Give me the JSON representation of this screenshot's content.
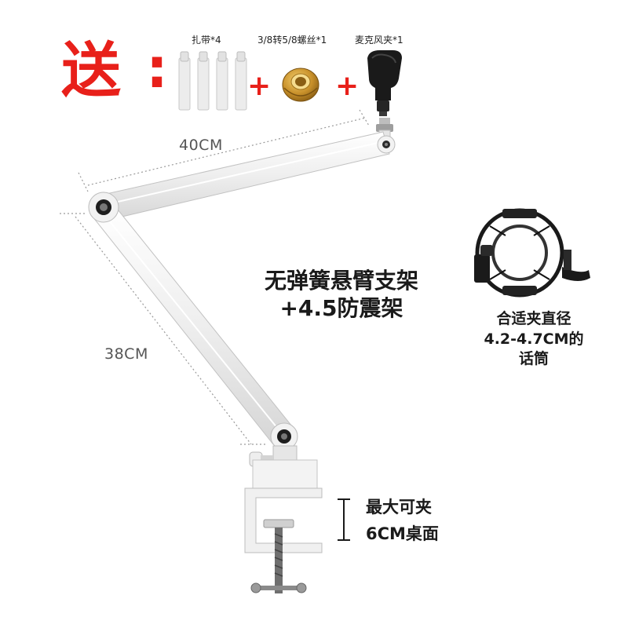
{
  "gift": {
    "mark": "送",
    "colon": ":",
    "plus": "+",
    "items": [
      {
        "label": "扎带*4",
        "icon": "cable-tie-icon"
      },
      {
        "label": "3/8转5/8螺丝*1",
        "icon": "screw-adapter-icon"
      },
      {
        "label": "麦克风夹*1",
        "icon": "mic-clip-icon"
      }
    ]
  },
  "dimensions": {
    "upper_arm": "40CM",
    "lower_arm": "38CM"
  },
  "product": {
    "title_line1": "无弹簧悬臂支架",
    "title_line2": "+4.5防震架"
  },
  "shock_mount": {
    "note_line1": "合适夹直径",
    "note_line2": "4.2-4.7CM的",
    "note_line3": "话筒"
  },
  "clamp": {
    "note_line1": "最大可夹",
    "note_line2": "6CM桌面"
  },
  "colors": {
    "accent": "#e8201a",
    "arm": "#f4f4f4",
    "arm_edge": "#c8c8c8",
    "gold": "#c8902a",
    "black_part": "#1a1a1a"
  }
}
